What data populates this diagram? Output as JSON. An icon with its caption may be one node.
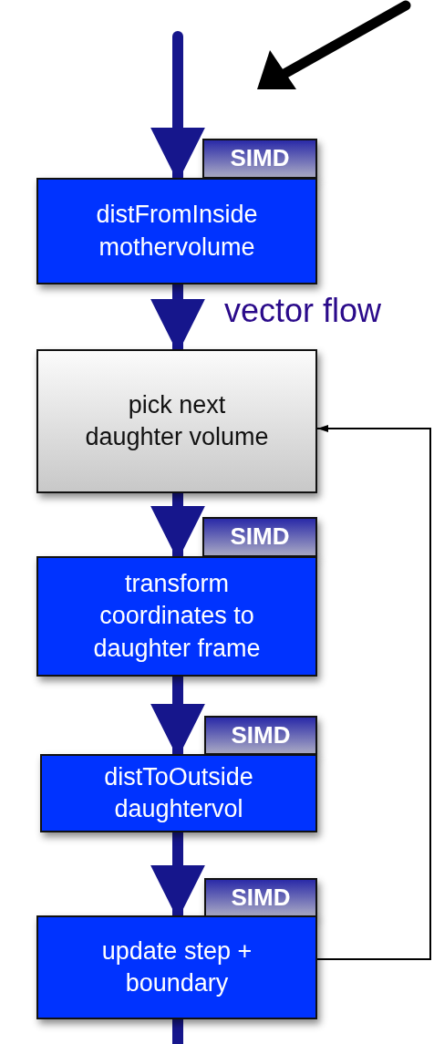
{
  "diagram": {
    "nodes": [
      {
        "text": [
          "SIMD"
        ]
      },
      {
        "text": [
          "distFromInside mothervolume"
        ]
      },
      {
        "text": [
          "pick next daughter volume"
        ]
      },
      {
        "text": [
          "SIMD"
        ]
      },
      {
        "text": [
          "transform coordinates to daughter frame"
        ]
      },
      {
        "text": [
          "SIMD"
        ]
      },
      {
        "text": [
          "distToOutside daughtervol"
        ]
      },
      {
        "text": [
          "SIMD"
        ]
      },
      {
        "text": [
          "update step + boundary"
        ]
      }
    ],
    "edges": [
      {
        "from": null,
        "to": 1,
        "arrow": "to"
      },
      {
        "from": 1,
        "to": 2,
        "arrow": "to"
      },
      {
        "from": 2,
        "to": 4,
        "arrow": "to"
      },
      {
        "from": 4,
        "to": 6,
        "arrow": "to"
      },
      {
        "from": 6,
        "to": 8,
        "arrow": "to"
      },
      {
        "from": 8,
        "to": 2,
        "arrow": "to",
        "color": "#000000"
      },
      {
        "from": 8,
        "to": null,
        "arrow": "none"
      }
    ],
    "labels": [
      "vector flow"
    ]
  }
}
